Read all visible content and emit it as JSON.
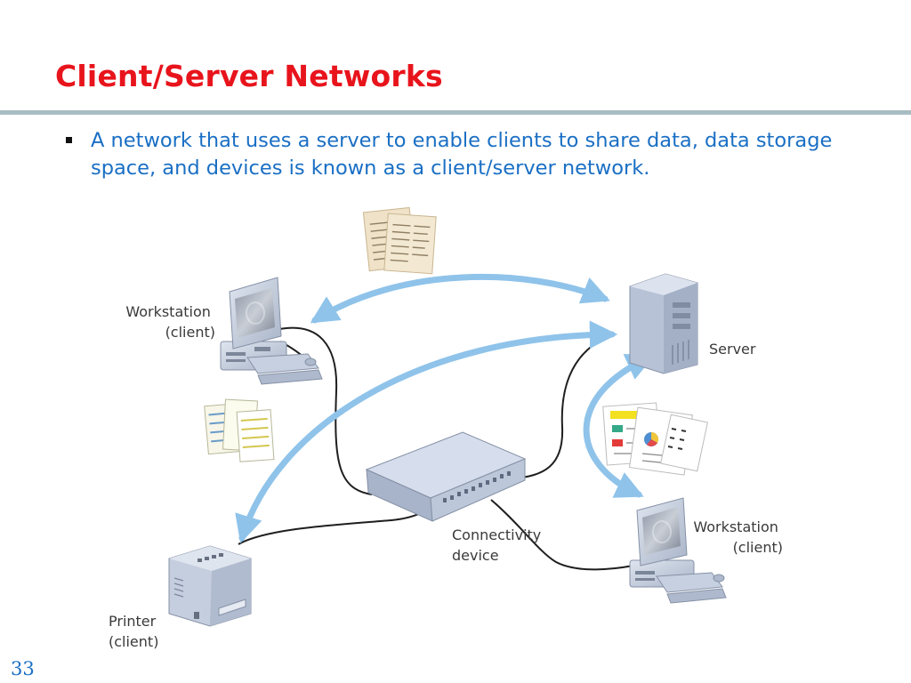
{
  "slide": {
    "title": "Client/Server Networks",
    "bullet": "A network that uses a server to enable clients to share data, data storage space, and devices is known as a client/server network.",
    "page_number": "33"
  },
  "diagram": {
    "labels": {
      "workstation_1": [
        "Workstation",
        "(client)"
      ],
      "server": "Server",
      "workstation_2": [
        "Workstation",
        "(client)"
      ],
      "connectivity": [
        "Connectivity",
        "device"
      ],
      "printer": [
        "Printer",
        "(client)"
      ]
    },
    "colors": {
      "arrow": "#8fc3ea",
      "cable": "#1e1e1e",
      "device": "#c3cde0",
      "title": "#e8141c",
      "text": "#1a6fc4"
    }
  }
}
